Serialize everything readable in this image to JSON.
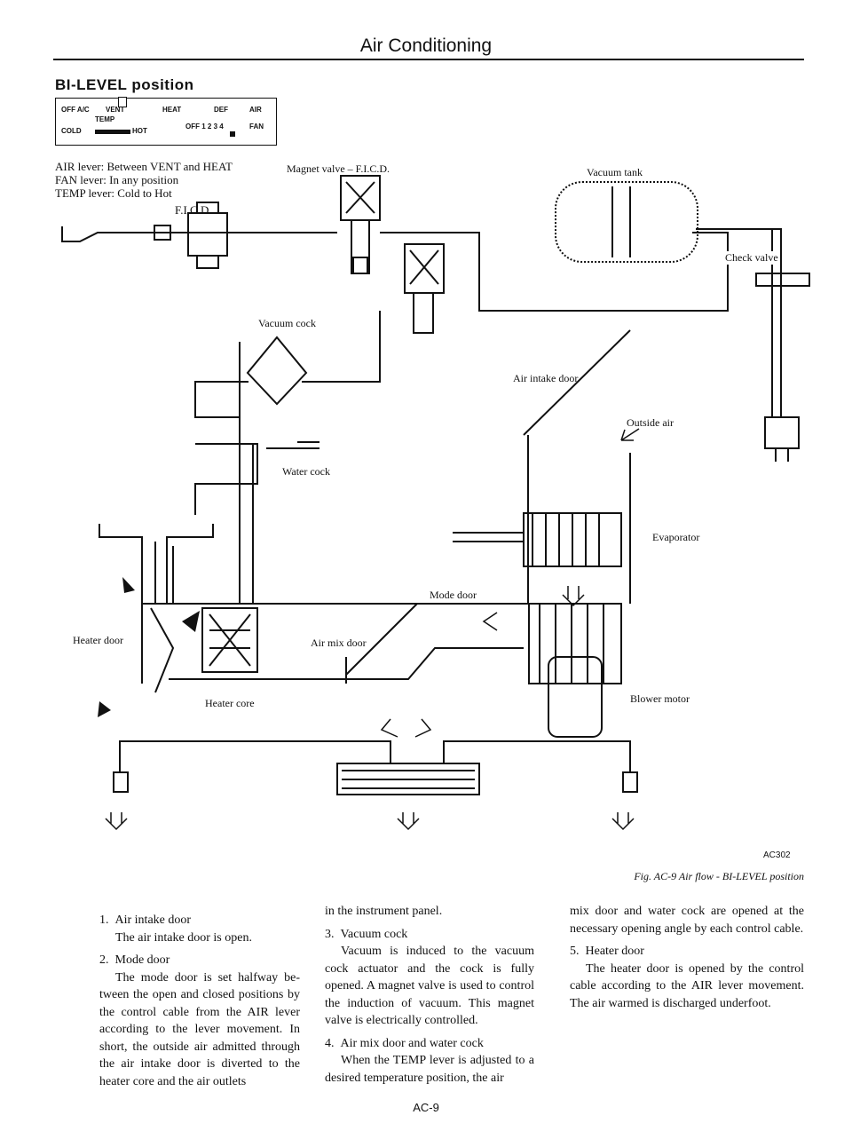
{
  "header": {
    "title": "Air Conditioning"
  },
  "section_title": "BI-LEVEL position",
  "control_panel": {
    "off_ac": "OFF A/C",
    "vent": "VENT",
    "heat": "HEAT",
    "def": "DEF",
    "air": "AIR",
    "temp": "TEMP",
    "cold": "COLD",
    "hot": "HOT",
    "fan_scale": "OFF 1 2 3 4",
    "fan": "FAN"
  },
  "lever_desc": {
    "air": "AIR lever: Between VENT and HEAT",
    "fan": "FAN lever: In any position",
    "temp": "TEMP lever: Cold to Hot"
  },
  "diagram_labels": {
    "ficd": "F.I.C.D.",
    "magnet_valve": "Magnet valve – F.I.C.D.",
    "vacuum_tank": "Vacuum tank",
    "check_valve": "Check valve",
    "vacuum_cock": "Vacuum cock",
    "air_intake_door": "Air intake door",
    "outside_air": "Outside air",
    "water_cock": "Water cock",
    "evaporator": "Evaporator",
    "mode_door": "Mode door",
    "heater_door": "Heater door",
    "air_mix_door": "Air mix door",
    "heater_core": "Heater core",
    "blower_motor": "Blower motor",
    "figure_code": "AC302"
  },
  "figure_caption": "Fig. AC-9 Air flow - BI-LEVEL position",
  "body": {
    "item1_heading": "1.  Air intake door",
    "item1_text": "The air intake door is open.",
    "item2_heading": "2.  Mode door",
    "item2_text": "The mode door is set halfway be-tween the open and closed positions by the control cable from the AIR lever according to the lever movement. In short, the outside air admitted through the air intake door is diverted to the heater core and the air outlets",
    "item2_cont": "in the instrument panel.",
    "item3_heading": "3.  Vacuum cock",
    "item3_text": "Vacuum is induced to the vacuum cock actuator and the cock is fully opened. A magnet valve is used to control the induction of vacuum. This magnet valve is electrically controlled.",
    "item4_heading": "4.  Air mix door and water cock",
    "item4_text": "When the TEMP lever is adjusted to a desired temperature position, the air",
    "item4_cont": "mix door and water cock are opened at the necessary opening angle by each control cable.",
    "item5_heading": "5.  Heater door",
    "item5_text": "The heater door is opened by the control cable according to the AIR lever movement. The air warmed is discharged underfoot."
  },
  "page_number": "AC-9"
}
